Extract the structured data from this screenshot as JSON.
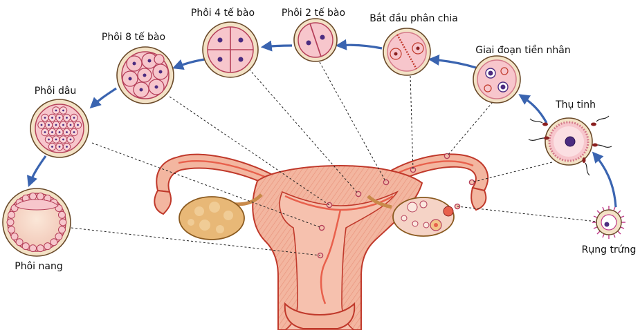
{
  "labels": {
    "ovulation": "Rụng trứng",
    "fertilization": "Thụ tinh",
    "pronucleus": "Giai đoạn tiền nhân",
    "cleavage_start": "Bắt đầu phân chia",
    "two_cell": "Phôi 2 tế bào",
    "four_cell": "Phôi 4 tế bào",
    "eight_cell": "Phôi 8 tế bào",
    "morula": "Phôi dâu",
    "blastocyst": "Phôi nang"
  },
  "colors": {
    "arrow": "#3a64b0",
    "uterus_fill": "#f3b6a0",
    "uterus_stroke": "#c0392b",
    "lumen": "#e8604c",
    "cell_fill": "#f7c6cc",
    "cell_stroke": "#b5405a",
    "nucleus": "#4b2c80",
    "ovary_left": "#e8b877"
  }
}
